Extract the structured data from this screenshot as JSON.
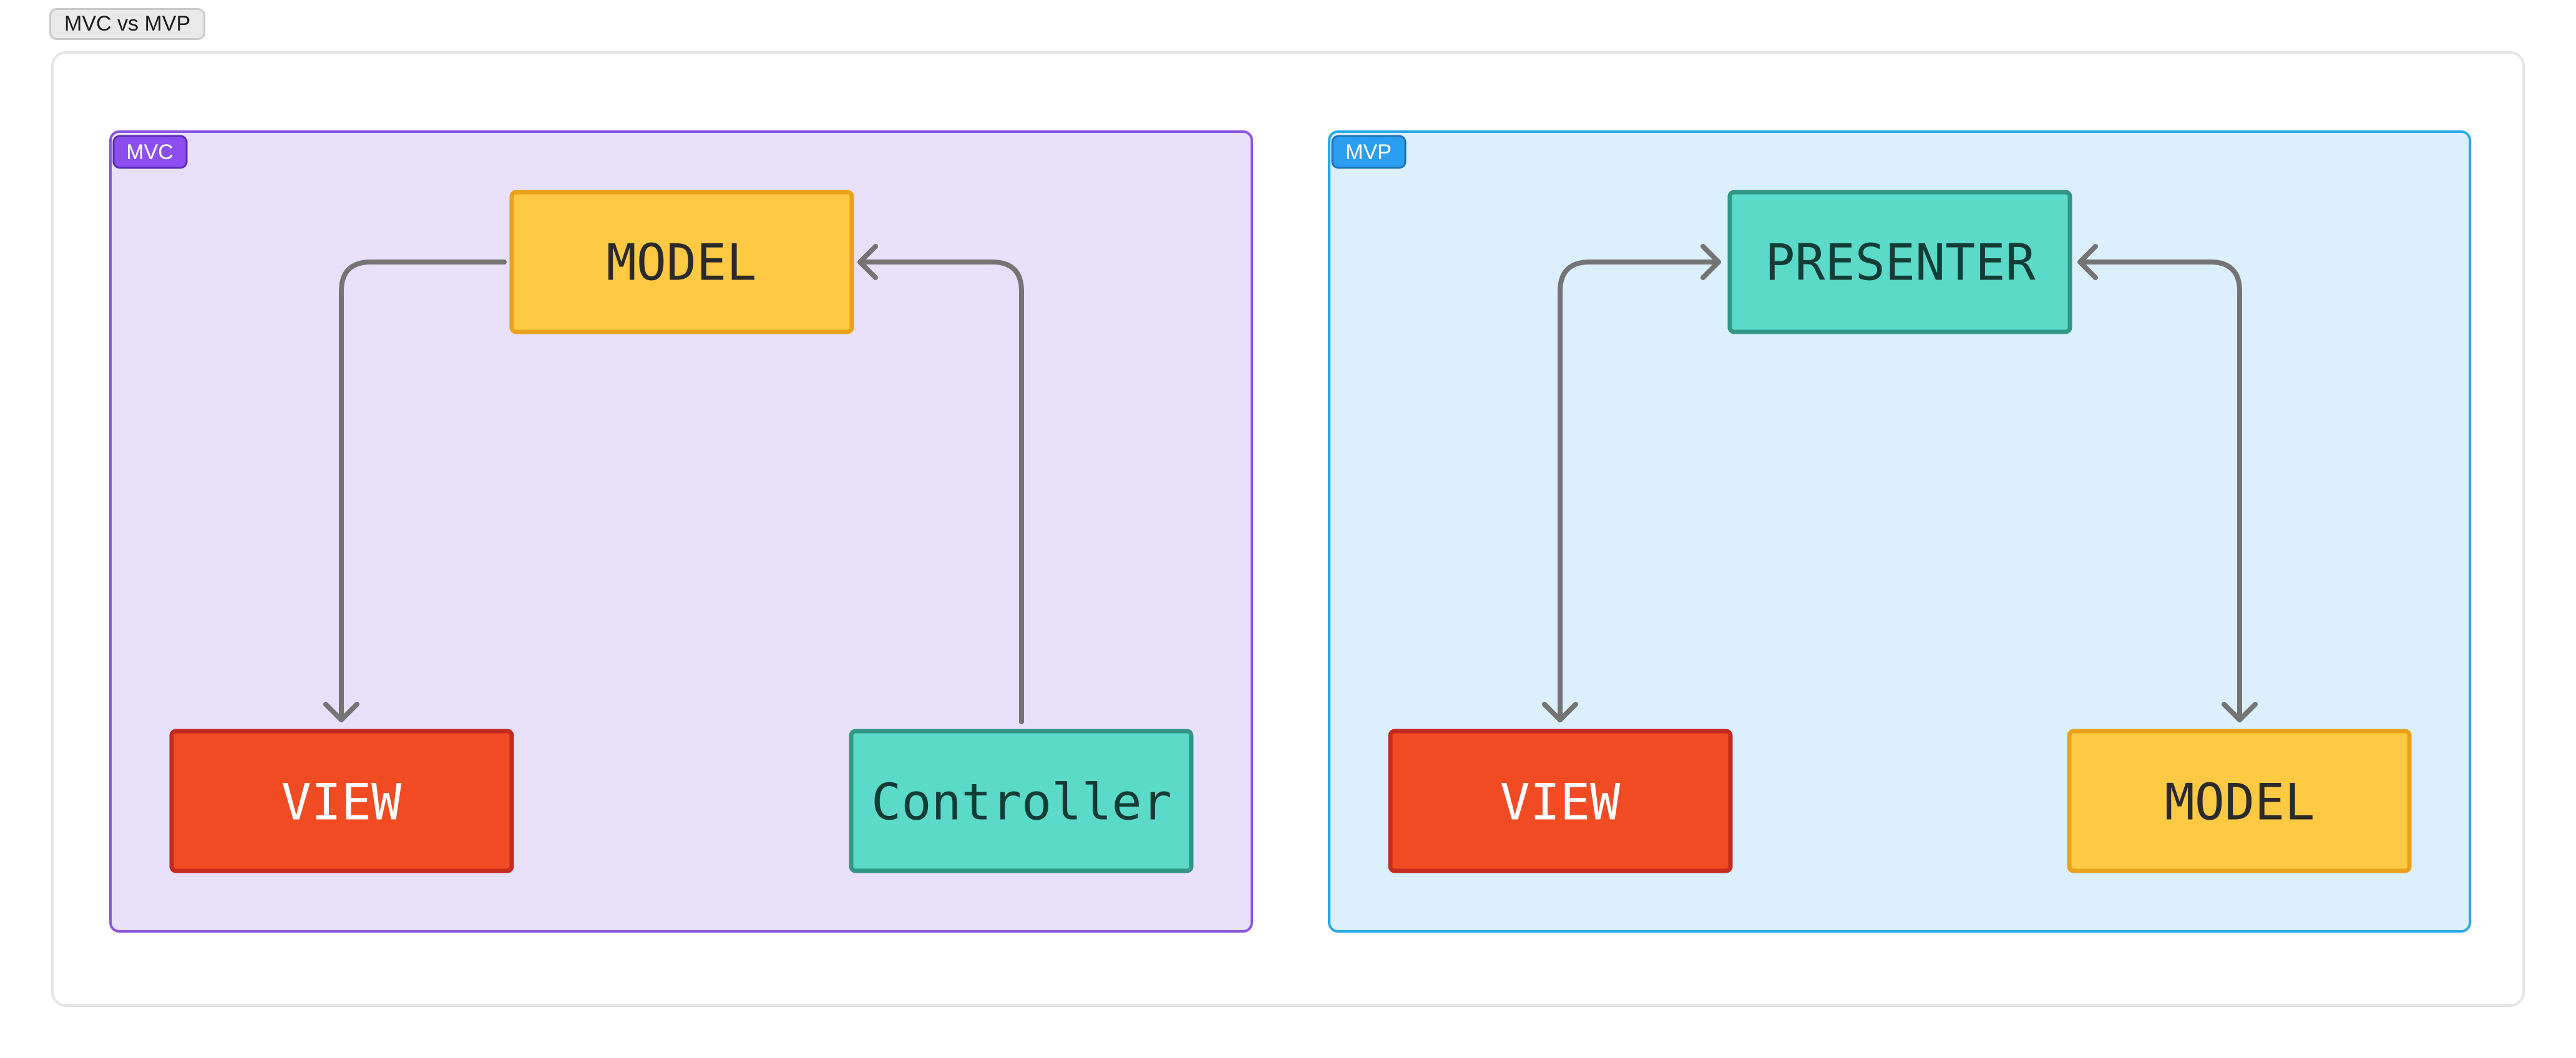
{
  "page": {
    "tab_label": "MVC vs MVP"
  },
  "colors": {
    "edge": "#747474",
    "view_fill": "#f04b23",
    "view_stroke": "#c42a1e",
    "model_fill": "#fec943",
    "model_stroke": "#e9a21a",
    "teal_fill": "#5bd9c9",
    "teal_stroke": "#319684",
    "mvc_group_fill": "#e9e1fc",
    "mvc_group_stroke": "#8a55e3",
    "mvc_tag_fill": "#8b4ff0",
    "mvp_group_fill": "#dbeffc",
    "mvp_group_stroke": "#2aa9e8",
    "mvp_tag_fill": "#2b9ef0"
  },
  "groups": [
    {
      "id": "mvc",
      "label": "MVC",
      "nodes": [
        {
          "id": "mvc-model",
          "label": "MODEL",
          "kind": "model"
        },
        {
          "id": "mvc-view",
          "label": "VIEW",
          "kind": "view"
        },
        {
          "id": "mvc-controller",
          "label": "Controller",
          "kind": "teal"
        }
      ],
      "edges": [
        {
          "from": "mvc-model",
          "to": "mvc-view",
          "arrow_start": false,
          "arrow_end": true
        },
        {
          "from": "mvc-controller",
          "to": "mvc-model",
          "arrow_start": false,
          "arrow_end": true
        }
      ]
    },
    {
      "id": "mvp",
      "label": "MVP",
      "nodes": [
        {
          "id": "mvp-presenter",
          "label": "PRESENTER",
          "kind": "teal"
        },
        {
          "id": "mvp-view",
          "label": "VIEW",
          "kind": "view"
        },
        {
          "id": "mvp-model",
          "label": "MODEL",
          "kind": "model"
        }
      ],
      "edges": [
        {
          "from": "mvp-presenter",
          "to": "mvp-view",
          "arrow_start": true,
          "arrow_end": true
        },
        {
          "from": "mvp-presenter",
          "to": "mvp-model",
          "arrow_start": true,
          "arrow_end": true
        }
      ]
    }
  ]
}
